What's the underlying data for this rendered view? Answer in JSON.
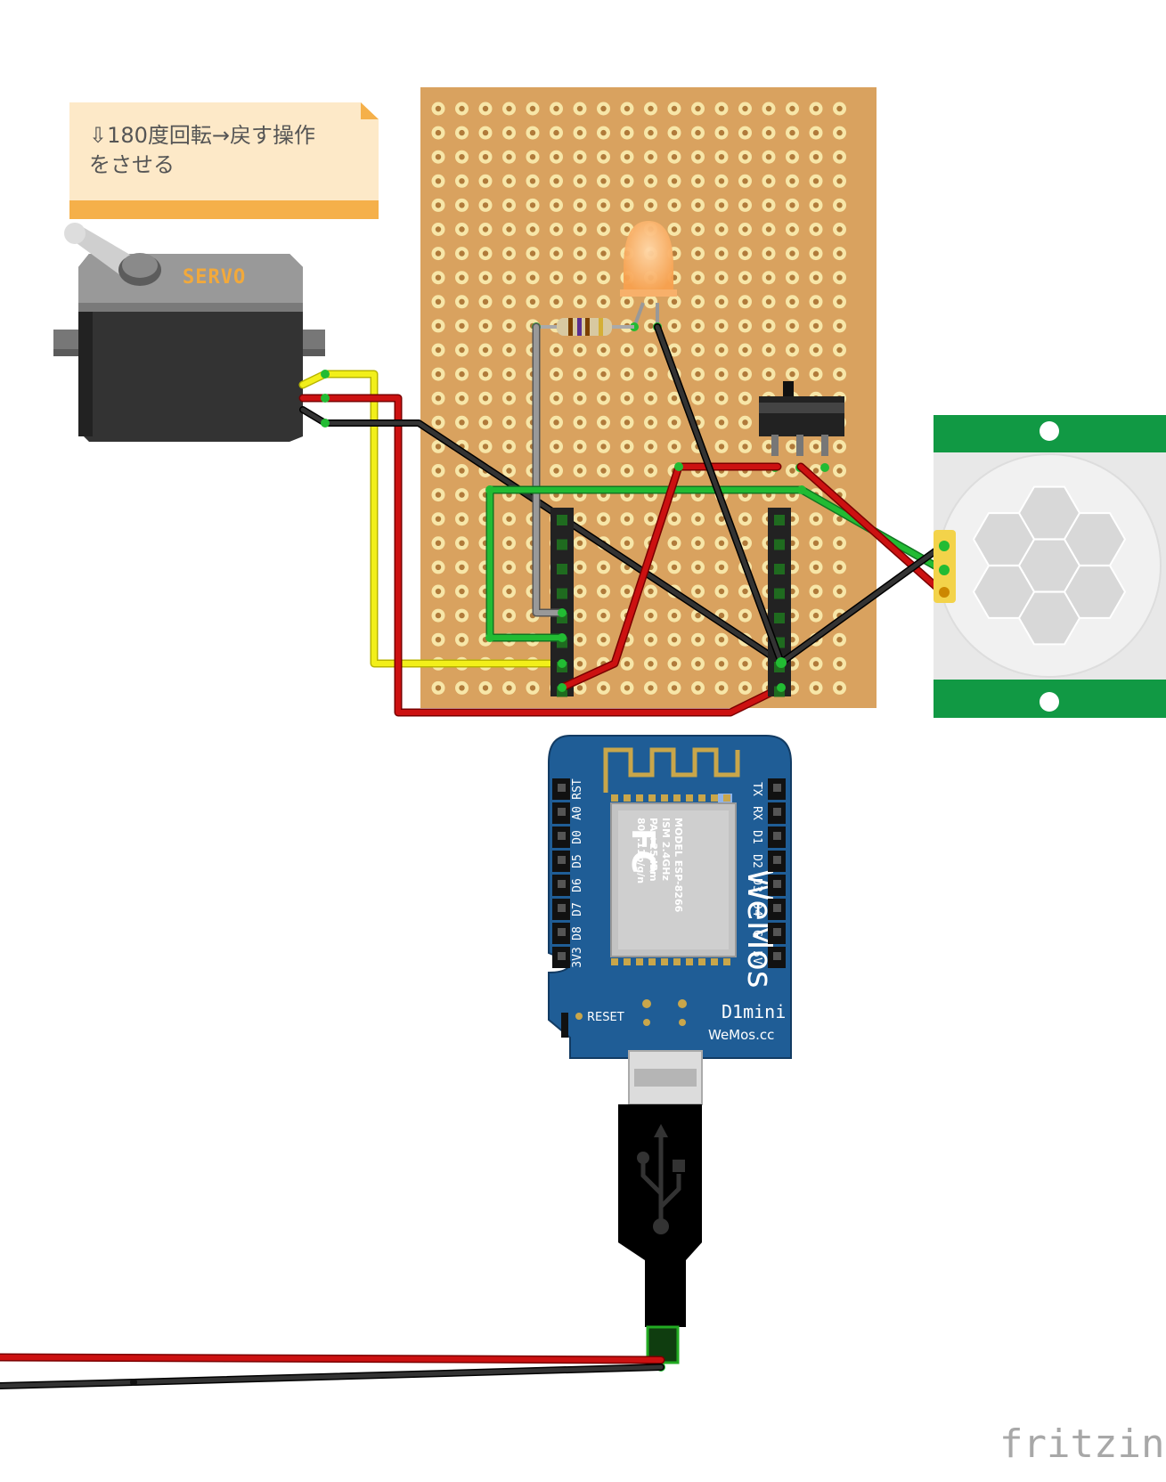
{
  "note": {
    "line1": "⇩180度回転→戻す操作",
    "line2": "をさせる"
  },
  "servo": {
    "label": "SERVO"
  },
  "wemos": {
    "left_pins": [
      "RST",
      "A0",
      "D0",
      "D5",
      "D6",
      "D7",
      "D8",
      "3V3"
    ],
    "right_pins": [
      "TX",
      "RX",
      "D1",
      "D2",
      "D3",
      "D4",
      "G",
      "5V"
    ],
    "chip_lines": [
      "MODEL ESP-8266",
      "ISM 2.4GHz",
      "PA +25dBm",
      "802.11b/g/n"
    ],
    "fc_mark": "FC",
    "brand": "WeMos",
    "reset_label": "RESET",
    "board_name": "D1mini",
    "site": "WeMos.cc"
  },
  "logo": {
    "text": "fritzing"
  },
  "colors": {
    "perfboard": "#d9a25f",
    "wire_red": "#cc1111",
    "wire_black": "#222222",
    "wire_green": "#22bb33",
    "wire_yellow": "#f2ef1a",
    "wire_gray": "#888888",
    "pir_green": "#119944",
    "wemos_blue": "#1f5d96",
    "note_bg": "#fde9c8",
    "note_bar": "#f5b04a"
  }
}
